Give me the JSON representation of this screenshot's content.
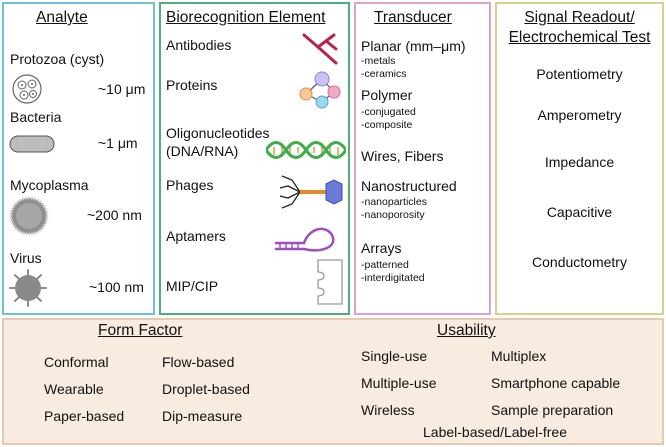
{
  "analyte": {
    "title": "Analyte",
    "items": [
      {
        "name": "Protozoa (cyst)",
        "size": "~10 μm"
      },
      {
        "name": "Bacteria",
        "size": "~1 μm"
      },
      {
        "name": "Mycoplasma",
        "size": "~200 nm"
      },
      {
        "name": "Virus",
        "size": "~100 nm"
      }
    ]
  },
  "biorecognition": {
    "title": "Biorecognition Element",
    "items": [
      {
        "label": "Antibodies"
      },
      {
        "label": "Proteins"
      },
      {
        "label_line1": "Oligonucleotides",
        "label_line2": "(DNA/RNA)"
      },
      {
        "label": "Phages"
      },
      {
        "label": "Aptamers"
      },
      {
        "label": "MIP/CIP"
      }
    ]
  },
  "transducer": {
    "title": "Transducer",
    "items": [
      {
        "label": "Planar (mm–μm)",
        "subs": [
          "-metals",
          "-ceramics"
        ]
      },
      {
        "label": "Polymer",
        "subs": [
          "-conjugated",
          "-composite"
        ]
      },
      {
        "label": "Wires, Fibers",
        "subs": []
      },
      {
        "label": "Nanostructured",
        "subs": [
          "-nanoparticles",
          "-nanoporosity"
        ]
      },
      {
        "label": "Arrays",
        "subs": [
          "-patterned",
          "-interdigitated"
        ]
      }
    ]
  },
  "signal": {
    "title_line1": "Signal Readout/",
    "title_line2": "Electrochemical Test",
    "items": [
      "Potentiometry",
      "Amperometry",
      "Impedance",
      "Capacitive",
      "Conductometry"
    ]
  },
  "form_factor": {
    "title": "Form Factor",
    "items": [
      "Conformal",
      "Flow-based",
      "Wearable",
      "Droplet-based",
      "Paper-based",
      "Dip-measure"
    ]
  },
  "usability": {
    "title": "Usability",
    "items": [
      "Single-use",
      "Multiplex",
      "Multiple-use",
      "Smartphone capable",
      "Wireless",
      "Sample preparation"
    ],
    "footer": "Label-based/Label-free"
  },
  "colors": {
    "analyte_border": "#6cc3d9",
    "bio_border": "#4fae7a",
    "transducer_border": "#d9a3d6",
    "signal_border": "#d8cf8a",
    "bottom_fill": "#f8ece1"
  }
}
